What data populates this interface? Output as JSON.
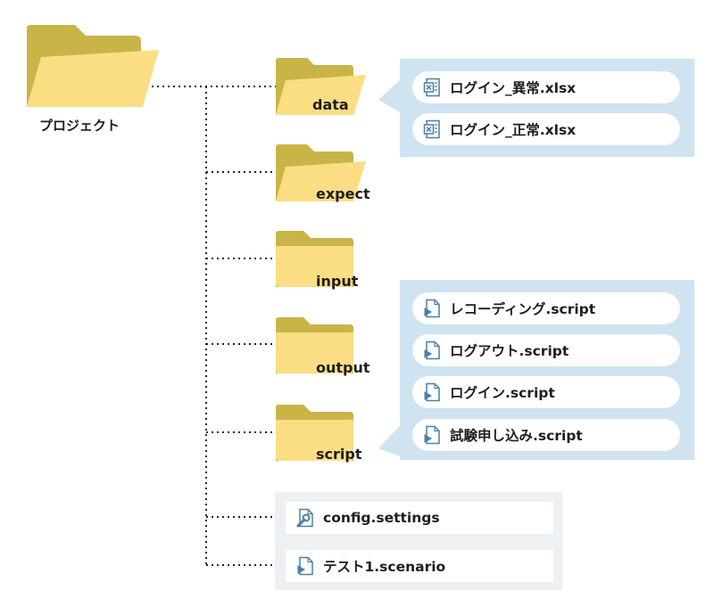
{
  "root": {
    "label": "プロジェクト",
    "icon": "open-folder-icon"
  },
  "folders": [
    {
      "label": "data",
      "icon": "open-folder-icon"
    },
    {
      "label": "expect",
      "icon": "open-folder-icon"
    },
    {
      "label": "input",
      "icon": "closed-folder-icon"
    },
    {
      "label": "output",
      "icon": "closed-folder-icon"
    },
    {
      "label": "script",
      "icon": "closed-folder-icon"
    }
  ],
  "data_files": [
    {
      "label": "ログイン_異常.xlsx",
      "icon": "excel-file-icon"
    },
    {
      "label": "ログイン_正常.xlsx",
      "icon": "excel-file-icon"
    }
  ],
  "script_files": [
    {
      "label": "レコーディング.script",
      "icon": "script-file-icon"
    },
    {
      "label": "ログアウト.script",
      "icon": "script-file-icon"
    },
    {
      "label": "ログイン.script",
      "icon": "script-file-icon"
    },
    {
      "label": "試験申し込み.script",
      "icon": "script-file-icon"
    }
  ],
  "root_files": [
    {
      "label": "config.settings",
      "icon": "settings-file-icon"
    },
    {
      "label": "テスト1.scenario",
      "icon": "scenario-file-icon"
    }
  ],
  "colors": {
    "folder_back": "#c9b448",
    "folder_front": "#fbdd84",
    "panel_blue": "#cfe3f1",
    "panel_gray": "#eef1f4",
    "icon_blue": "#4a7fa7",
    "connector": "#222222"
  }
}
